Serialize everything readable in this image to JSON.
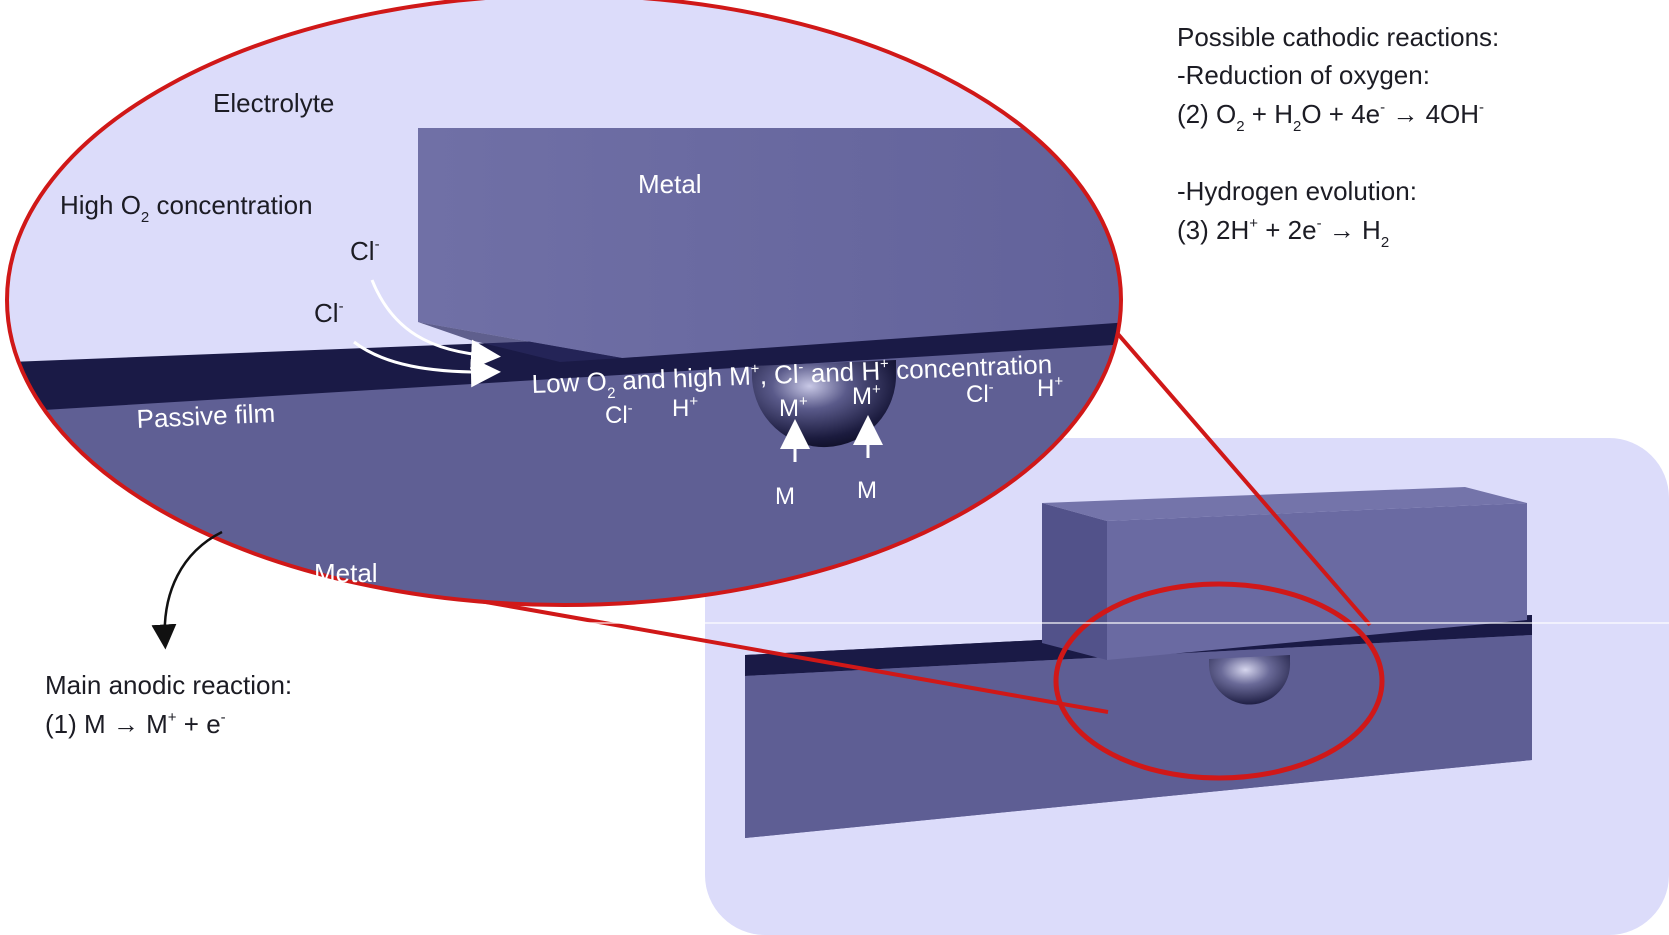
{
  "labels": {
    "electrolyte": "Electrolyte",
    "high_o2": {
      "pre": "High O",
      "sub": "2",
      "post": " concentration"
    },
    "metal_top": "Metal",
    "metal_bottom": "Metal",
    "passive_film": "Passive film",
    "chloride_1": {
      "base": "Cl",
      "sup": "-"
    },
    "chloride_2": {
      "base": "Cl",
      "sup": "-"
    },
    "crevice_text": {
      "p1": "Low O",
      "s1": "2",
      "p2": " and high M",
      "s2": "+",
      "p3": ", Cl",
      "s3": "-",
      "p4": " and H",
      "s4": "+",
      "p5": " concentration"
    },
    "ions_in_crevice": {
      "cl_left": {
        "base": "Cl",
        "sup": "-"
      },
      "h_left": {
        "base": "H",
        "sup": "+"
      },
      "m_plus_1": {
        "base": "M",
        "sup": "+"
      },
      "m_plus_2": {
        "base": "M",
        "sup": "+"
      },
      "cl_right": {
        "base": "Cl",
        "sup": "-"
      },
      "h_right": {
        "base": "H",
        "sup": "+"
      }
    },
    "m_1": "M",
    "m_2": "M"
  },
  "cathodic": {
    "heading": "Possible cathodic reactions:",
    "oxygen_title": "-Reduction of oxygen:",
    "oxygen_eq": {
      "t1": "(2) O",
      "s1": "2",
      "t2": " + H",
      "s2": "2",
      "t3": "O + 4e",
      "s3": "-",
      "arrow": " → ",
      "t4": "4OH",
      "s4": "-"
    },
    "hydrogen_title": "-Hydrogen evolution:",
    "hydrogen_eq": {
      "t1": "(3) 2H",
      "s1": "+",
      "t2": " + 2e",
      "s2": "-",
      "arrow": " → ",
      "t3": "H",
      "s3": "2"
    }
  },
  "anodic": {
    "heading": "Main anodic reaction:",
    "eq": {
      "t1": "(1) M",
      "arrow": " → ",
      "t2": "M",
      "s1": "+",
      "t3": " + e",
      "s2": "-"
    }
  },
  "colors": {
    "electrolyte_bg": "#dcdcfa",
    "metal_face": "#5f5f94",
    "metal_top_face": "#6b6ba4",
    "passive_film": "#1a1a46",
    "zoom_outline": "#d01818"
  }
}
